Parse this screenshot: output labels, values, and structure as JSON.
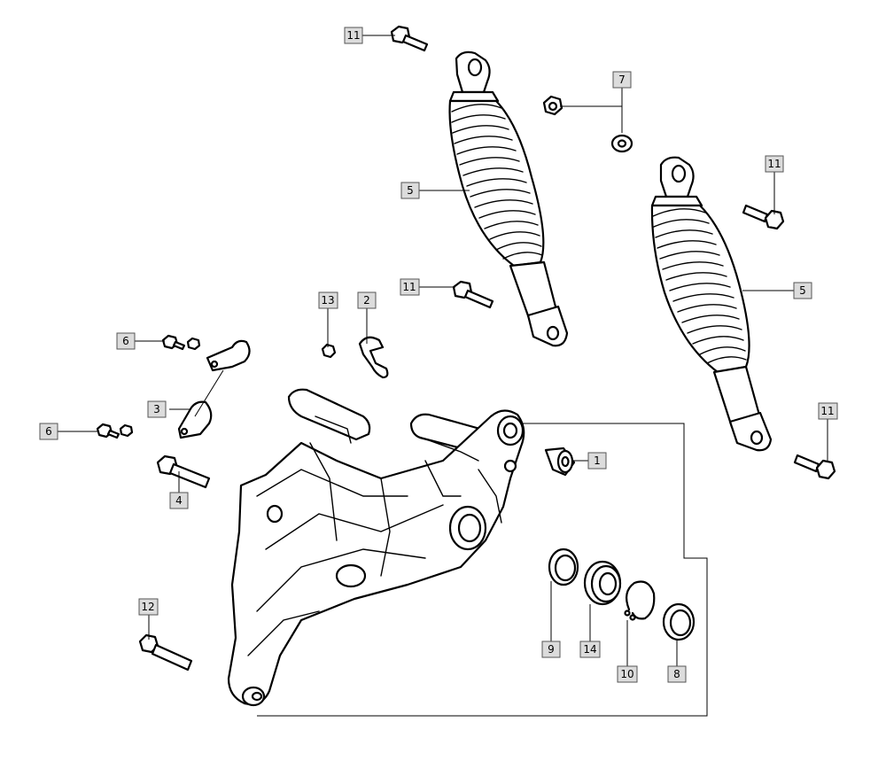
{
  "colors": {
    "line": "#000000",
    "callout_fill": "#dcdcdc",
    "callout_border": "#555555",
    "background": "#ffffff"
  },
  "callouts": [
    {
      "id": "c-11-top",
      "label": "11"
    },
    {
      "id": "c-7",
      "label": "7"
    },
    {
      "id": "c-5-left",
      "label": "5"
    },
    {
      "id": "c-11-right-top",
      "label": "11"
    },
    {
      "id": "c-11-mid",
      "label": "11"
    },
    {
      "id": "c-13",
      "label": "13"
    },
    {
      "id": "c-2",
      "label": "2"
    },
    {
      "id": "c-5-right",
      "label": "5"
    },
    {
      "id": "c-6-upper",
      "label": "6"
    },
    {
      "id": "c-3",
      "label": "3"
    },
    {
      "id": "c-11-right-bottom",
      "label": "11"
    },
    {
      "id": "c-6-lower",
      "label": "6"
    },
    {
      "id": "c-1",
      "label": "1"
    },
    {
      "id": "c-4",
      "label": "4"
    },
    {
      "id": "c-12",
      "label": "12"
    },
    {
      "id": "c-9",
      "label": "9"
    },
    {
      "id": "c-14",
      "label": "14"
    },
    {
      "id": "c-10",
      "label": "10"
    },
    {
      "id": "c-8",
      "label": "8"
    }
  ]
}
